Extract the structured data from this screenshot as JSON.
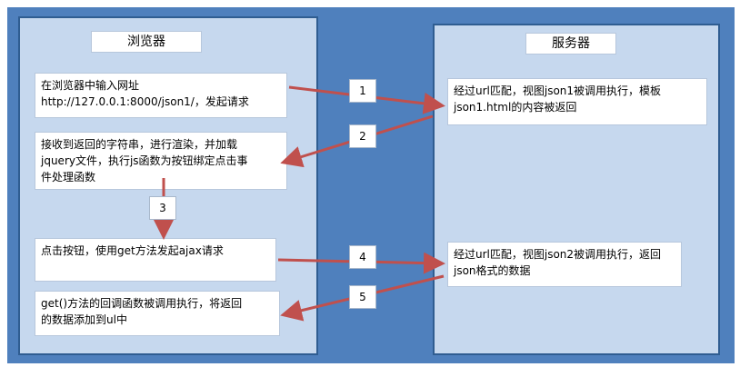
{
  "browser": {
    "title": "浏览器",
    "boxes": [
      "在浏览器中输入网址\nhttp://127.0.0.1:8000/json1/，发起请求",
      "接收到返回的字符串，进行渲染，并加载\njquery文件，执行js函数为按钮绑定点击事\n件处理函数",
      "点击按钮，使用get方法发起ajax请求",
      "get()方法的回调函数被调用执行，将返回\n的数据添加到ul中"
    ]
  },
  "server": {
    "title": "服务器",
    "boxes": [
      "经过url匹配，视图json1被调用执行，模板\njson1.html的内容被返回",
      "经过url匹配，视图json2被调用执行，返回\njson格式的数据"
    ]
  },
  "steps": [
    "1",
    "2",
    "3",
    "4",
    "5"
  ],
  "colors": {
    "background_frame": "#4f80bd",
    "panel_fill": "#c6d8ee",
    "arrow": "#c0504d"
  }
}
